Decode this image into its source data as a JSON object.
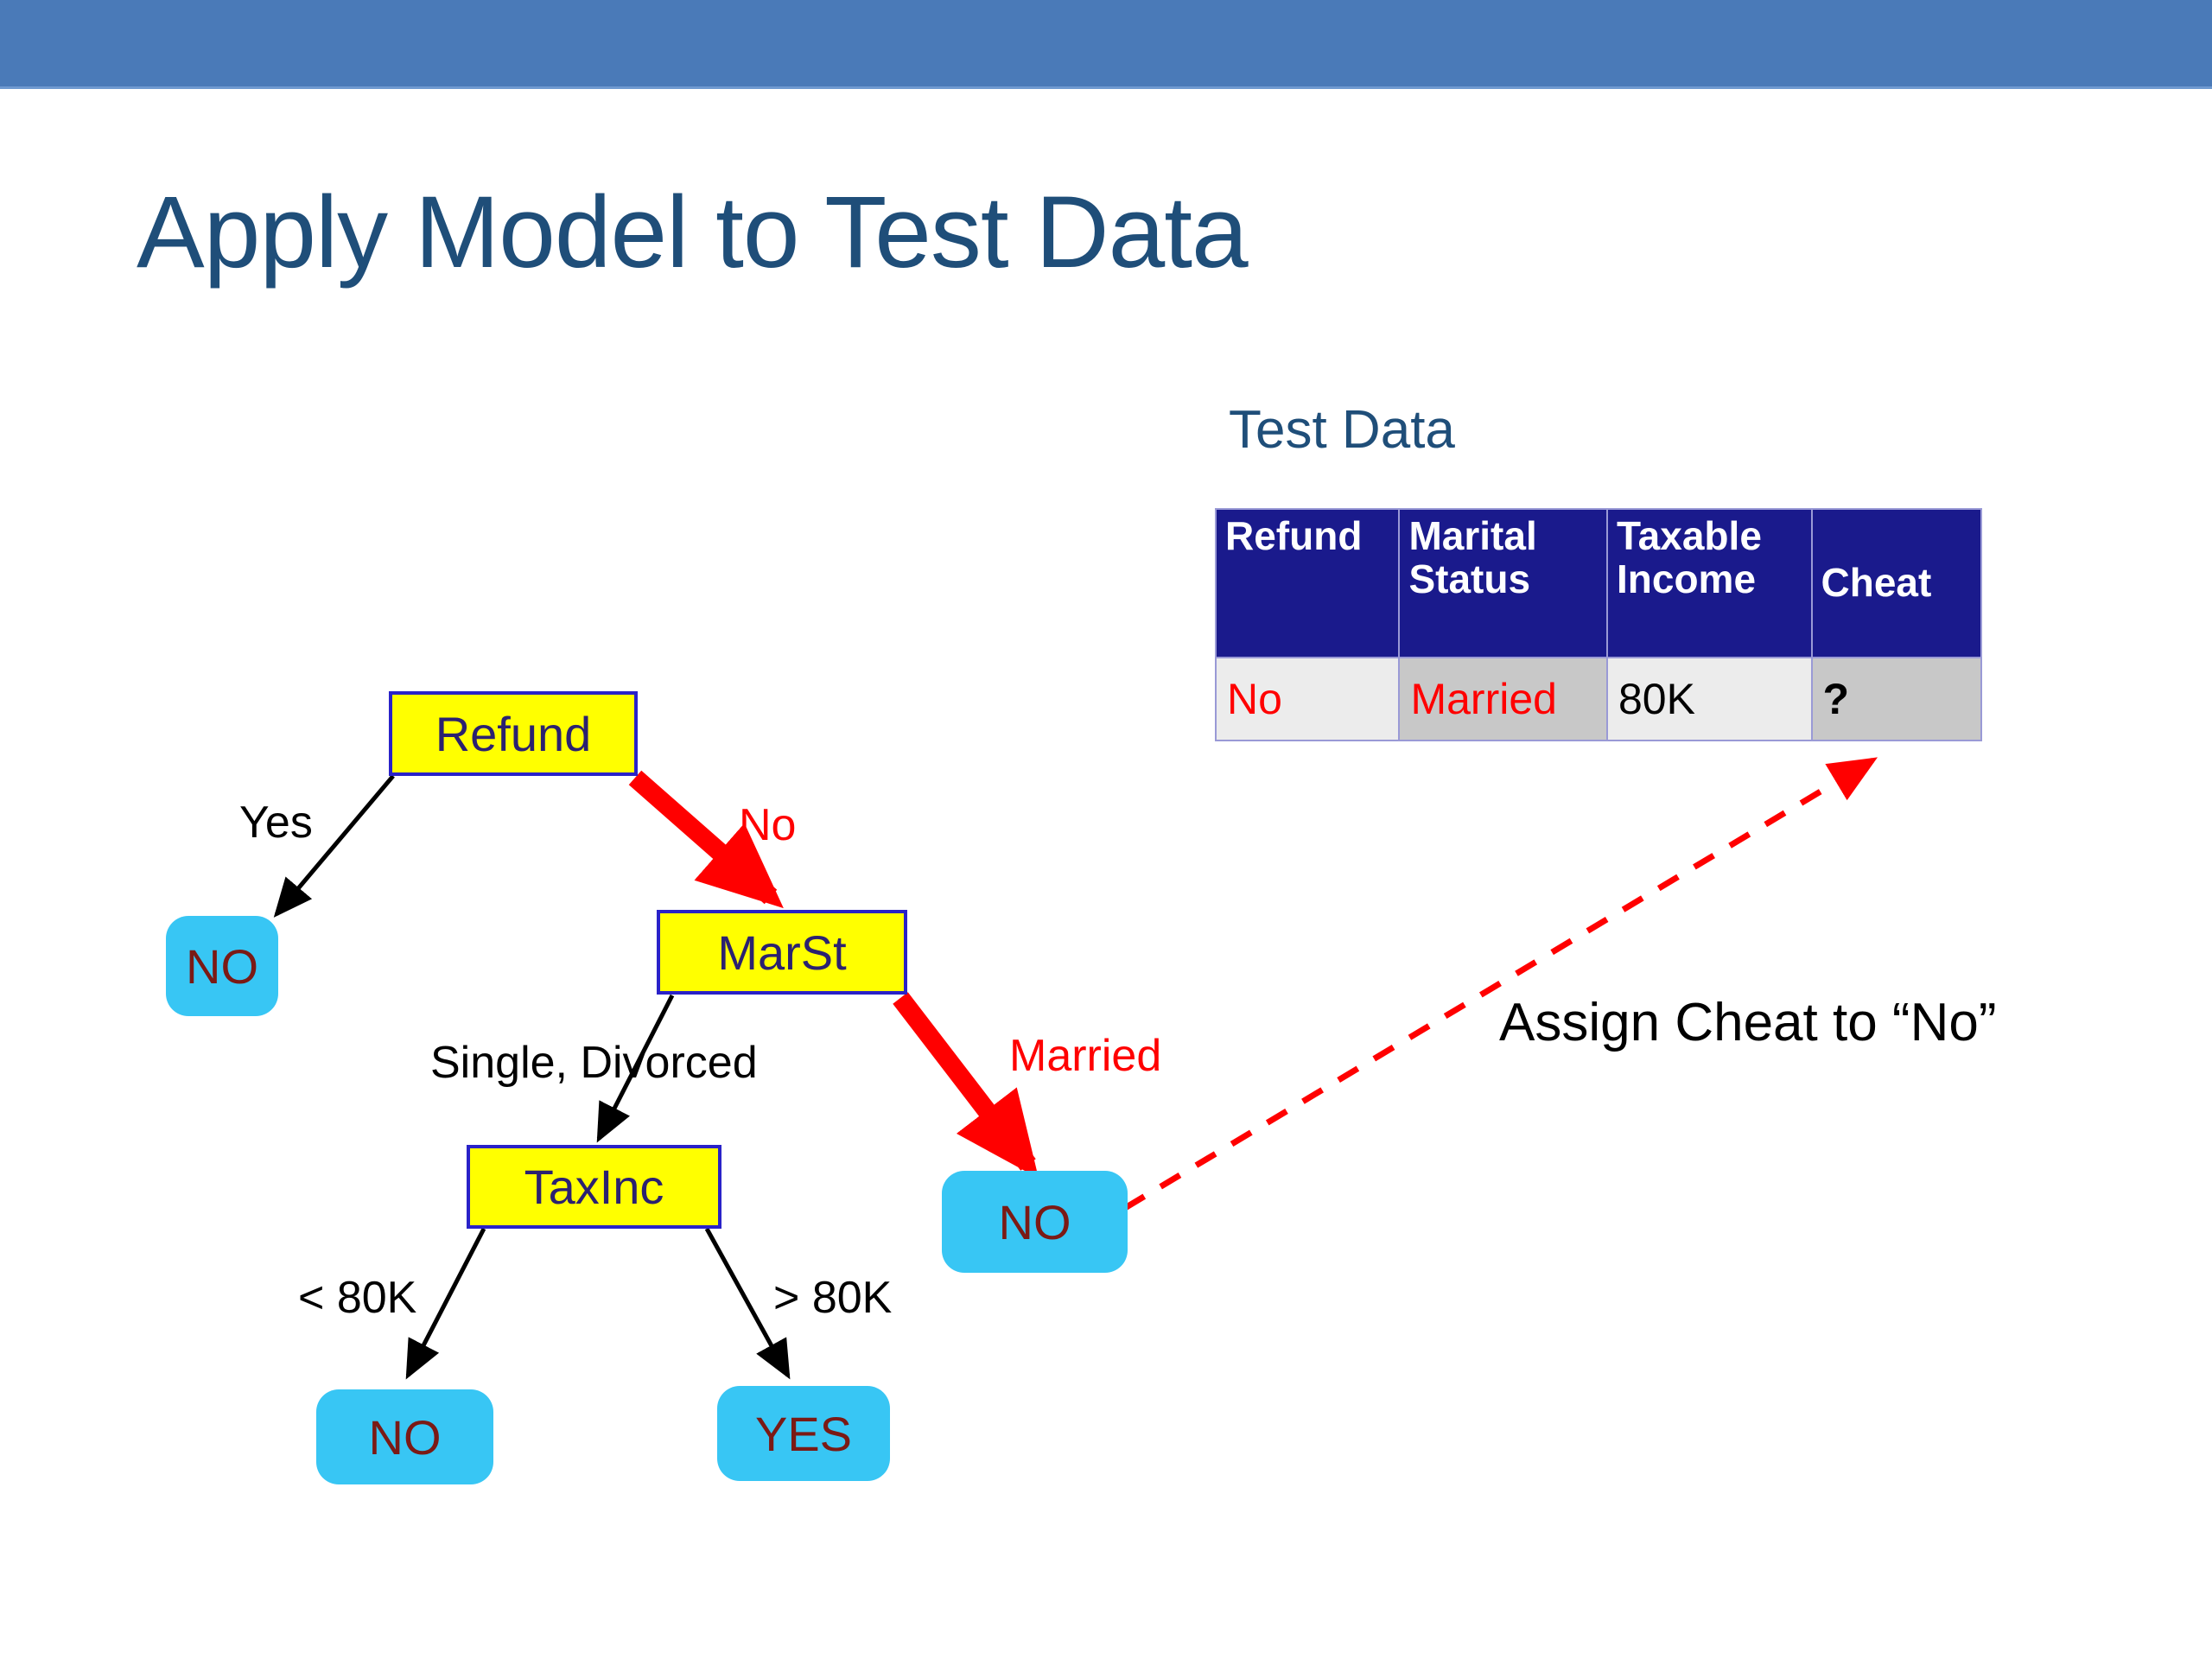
{
  "header": {
    "band_color": "#4a7ab8"
  },
  "title": "Apply Model to Test Data",
  "tree": {
    "nodes": [
      {
        "id": "refund",
        "label": "Refund",
        "type": "decision"
      },
      {
        "id": "no_yes",
        "label": "NO",
        "type": "leaf"
      },
      {
        "id": "marst",
        "label": "MarSt",
        "type": "decision"
      },
      {
        "id": "taxinc",
        "label": "TaxInc",
        "type": "decision"
      },
      {
        "id": "no_marr",
        "label": "NO",
        "type": "leaf"
      },
      {
        "id": "no_low",
        "label": "NO",
        "type": "leaf"
      },
      {
        "id": "yes_high",
        "label": "YES",
        "type": "leaf"
      }
    ],
    "edge_labels": [
      {
        "id": "yes",
        "text": "Yes",
        "color": "#000000"
      },
      {
        "id": "no",
        "text": "No",
        "color": "#ff0000"
      },
      {
        "id": "single",
        "text": "Single, Divorced",
        "color": "#000000"
      },
      {
        "id": "married",
        "text": "Married",
        "color": "#ff0000"
      },
      {
        "id": "lt80k",
        "text": "< 80K",
        "color": "#000000"
      },
      {
        "id": "gt80k",
        "text": "> 80K",
        "color": "#000000"
      }
    ],
    "colors": {
      "decision_fill": "#ffff00",
      "decision_border": "#2a22c8",
      "decision_text": "#2b2170",
      "leaf_fill": "#38c6f4",
      "leaf_text": "#7b1a15",
      "active_path": "#ff0000",
      "inactive_path": "#000000"
    }
  },
  "test_data": {
    "label": "Test Data",
    "columns": [
      "Refund",
      "Marital Status",
      "Taxable Income",
      "Cheat"
    ],
    "columns_wrapped": [
      [
        "Refund",
        ""
      ],
      [
        "Marital",
        "Status"
      ],
      [
        "Taxable",
        "Income"
      ],
      [
        "",
        "Cheat"
      ]
    ],
    "rows": [
      [
        "No",
        "Married",
        "80K",
        "?"
      ]
    ],
    "header_bg": "#1a1a8c",
    "header_fg": "#ffffff"
  },
  "annotation": {
    "assign_note": "Assign Cheat to “No”"
  }
}
